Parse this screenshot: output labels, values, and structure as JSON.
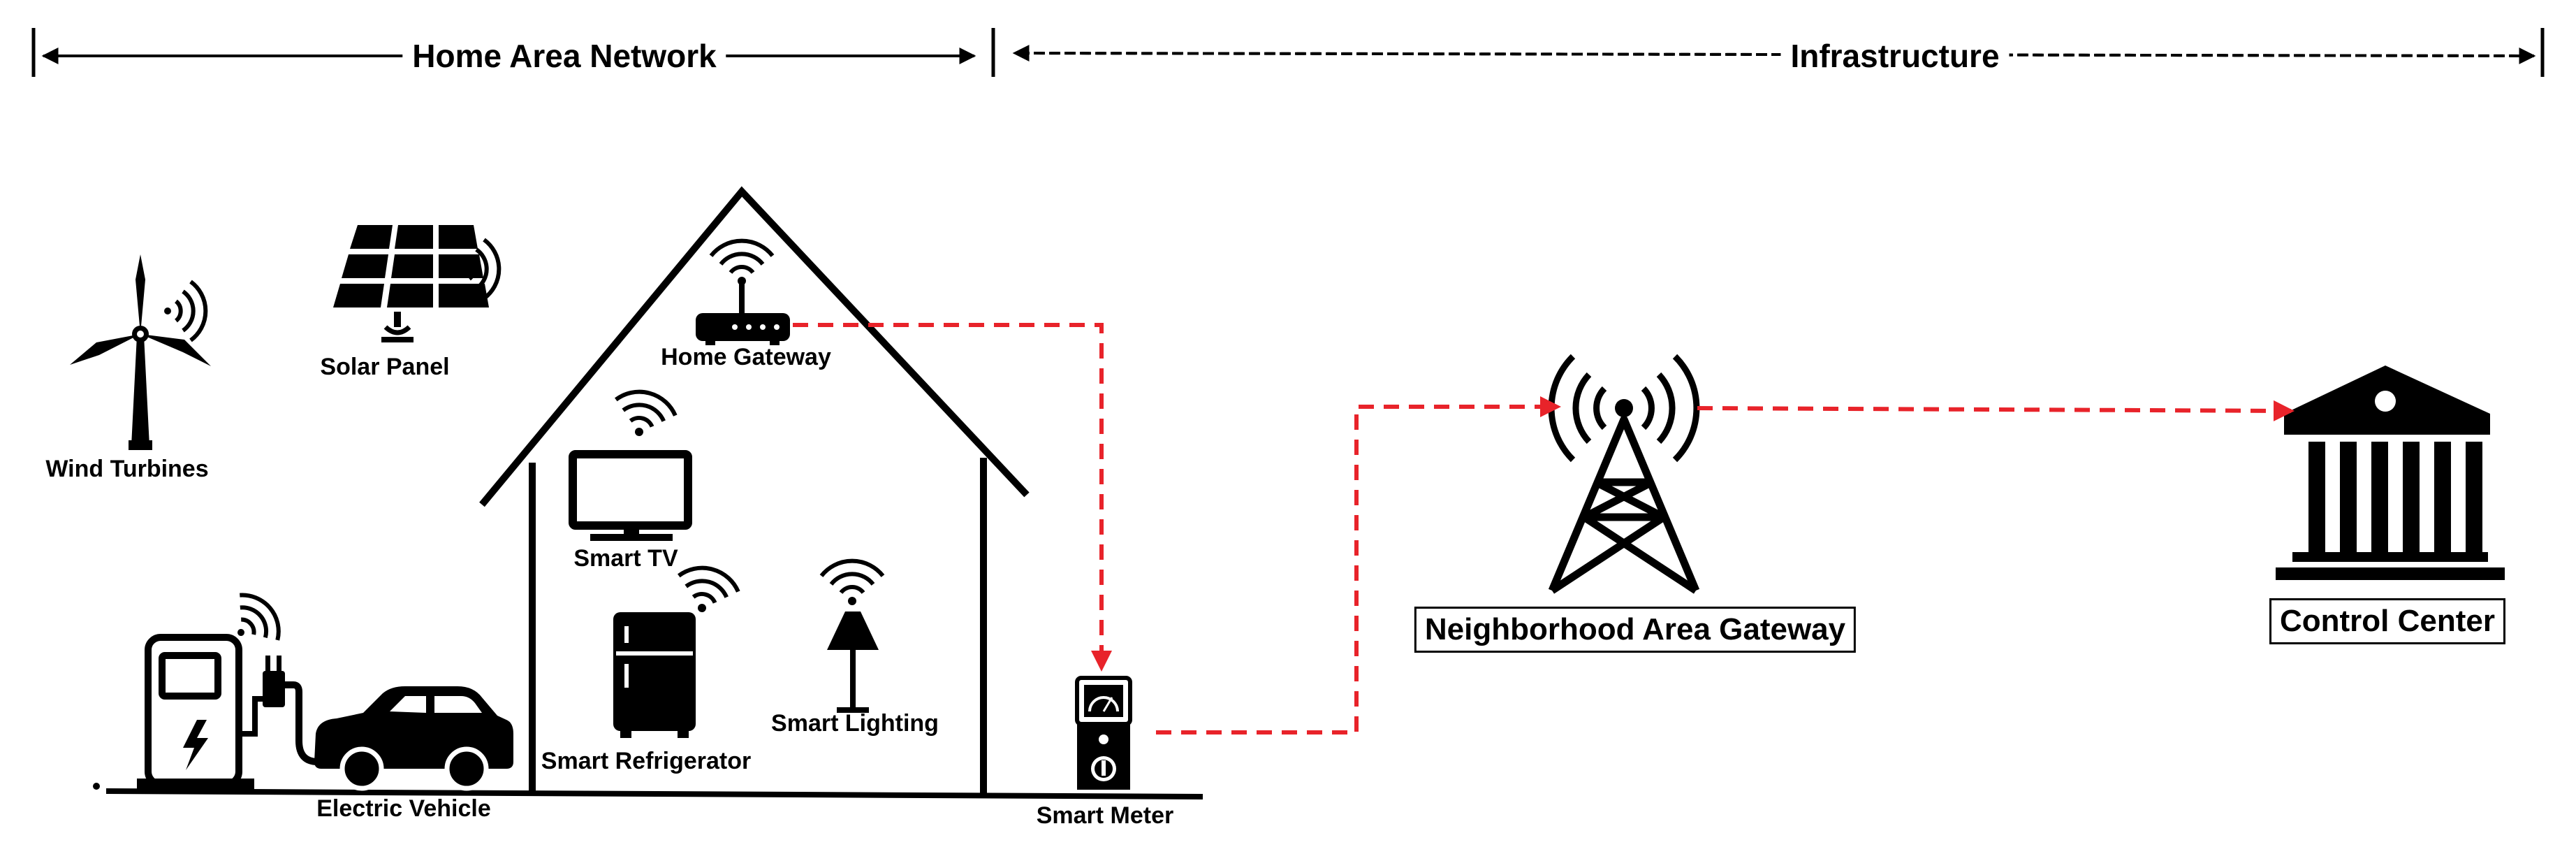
{
  "header": {
    "home_area_network": "Home Area Network",
    "infrastructure": "Infrastructure"
  },
  "devices": {
    "wind_turbines": "Wind Turbines",
    "solar_panel": "Solar Panel",
    "home_gateway": "Home Gateway",
    "smart_tv": "Smart TV",
    "smart_refrigerator": "Smart Refrigerator",
    "smart_lighting": "Smart Lighting",
    "electric_vehicle": "Electric Vehicle",
    "smart_meter": "Smart Meter"
  },
  "nodes": {
    "neighborhood_area_gateway": "Neighborhood Area Gateway",
    "control_center": "Control Center"
  },
  "colors": {
    "link": "#e8232a",
    "ink": "#000000"
  }
}
